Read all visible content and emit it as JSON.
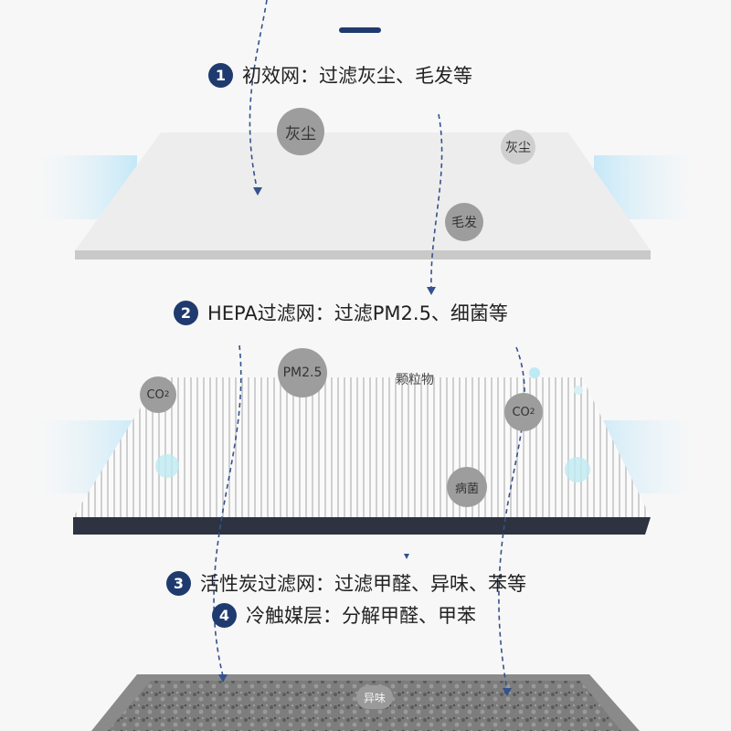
{
  "steps": [
    {
      "num": "1",
      "label": "初效网：过滤灰尘、毛发等"
    },
    {
      "num": "2",
      "label": "HEPA过滤网：过滤PM2.5、细菌等"
    },
    {
      "num": "3",
      "label": "活性炭过滤网：过滤甲醛、异味、苯等"
    },
    {
      "num": "4",
      "label": "冷触媒层：分解甲醛、甲苯"
    }
  ],
  "layer1_tags": {
    "dust_large": "灰尘",
    "dust_small": "灰尘",
    "hair": "毛发"
  },
  "layer2_tags": {
    "pm25": "PM2.5",
    "particles": "颗粒物",
    "co2_left": "CO",
    "co2_right": "CO",
    "co2_sub": "2",
    "bacteria": "病菌"
  },
  "layer3_tags": {
    "odor": "异味"
  },
  "colors": {
    "accent": "#1f3a6e",
    "arrow": "#34528c",
    "bubble": "#9d9d9d"
  }
}
